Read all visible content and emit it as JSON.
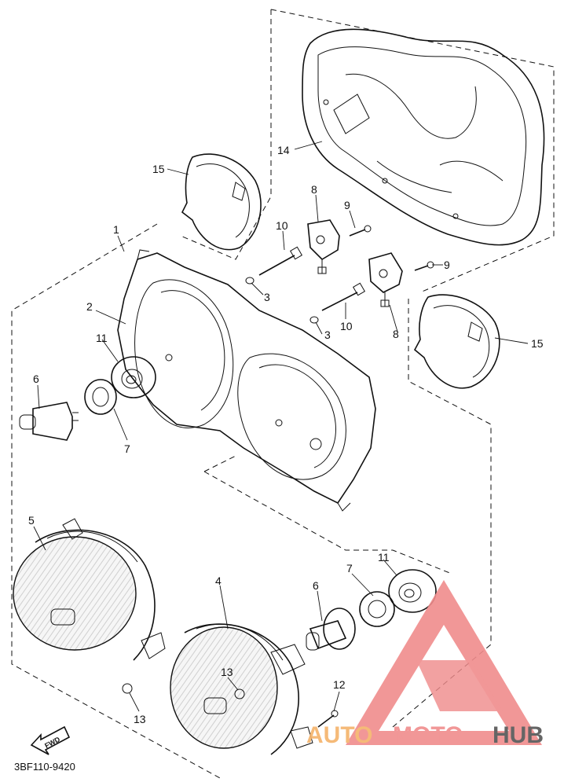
{
  "diagram": {
    "code": "3BF110-9420",
    "fwd_label": "FWD",
    "callouts": {
      "c1": "1",
      "c2": "2",
      "c3a": "3",
      "c3b": "3",
      "c4": "4",
      "c5": "5",
      "c6a": "6",
      "c6b": "6",
      "c7a": "7",
      "c7b": "7",
      "c8a": "8",
      "c8b": "8",
      "c9a": "9",
      "c9b": "9",
      "c10a": "10",
      "c10b": "10",
      "c11a": "11",
      "c11b": "11",
      "c12": "12",
      "c13a": "13",
      "c13b": "13",
      "c14": "14",
      "c15a": "15",
      "c15b": "15"
    }
  },
  "watermark": {
    "part1": "AUTO",
    "part2": "MOTO",
    "part3": "HUB",
    "color_a": "#f5b36a",
    "color_b": "#f08c8c",
    "color_c": "#555555"
  }
}
